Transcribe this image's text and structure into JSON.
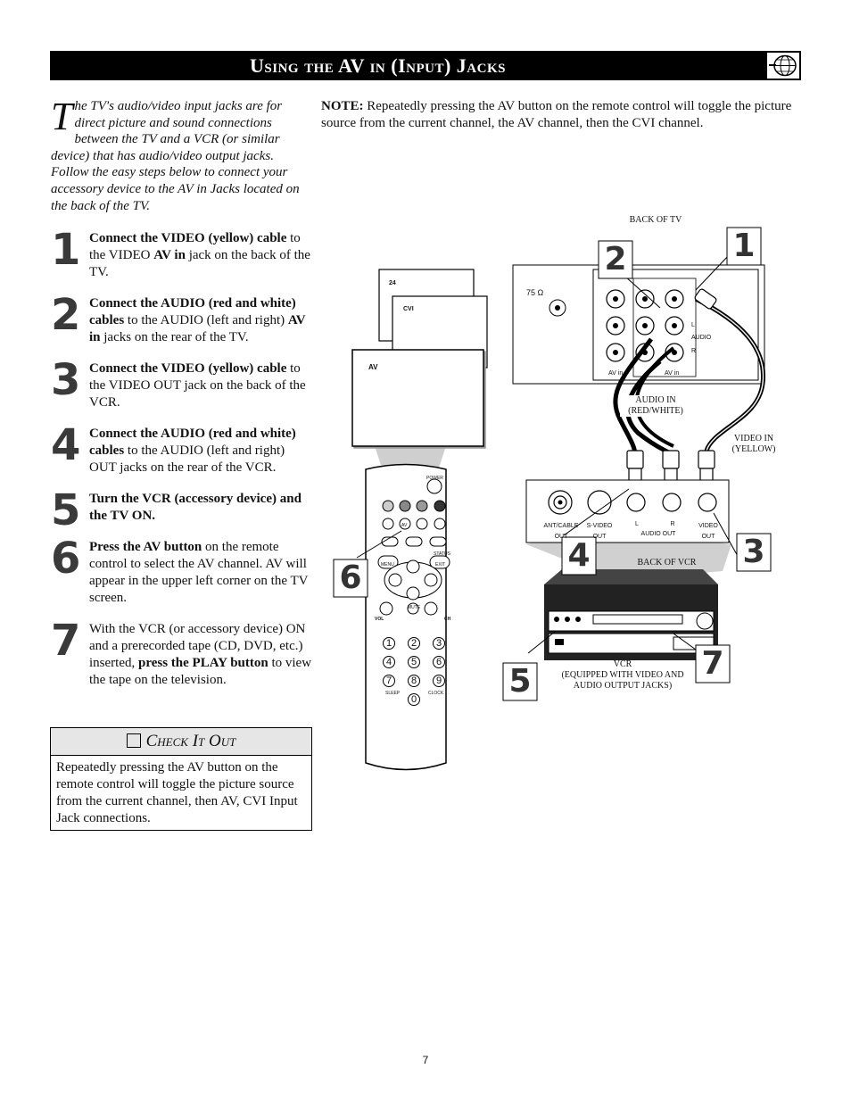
{
  "header": {
    "title": "Using the AV in (Input) Jacks",
    "icon": "globe-icon"
  },
  "intro": {
    "dropcap": "T",
    "text": "he TV's audio/video input jacks are for direct picture and sound connections between the TV and a VCR (or similar device) that has audio/video output jacks. Follow the easy steps below to connect your accessory device to the AV in Jacks located on the back of the TV."
  },
  "note": {
    "label": "NOTE:",
    "text": " Repeatedly pressing the AV button on the remote control will toggle the picture source from the current channel, the AV channel, then the CVI channel."
  },
  "steps": [
    {
      "num": "1",
      "b1": "Connect the VIDEO (yellow) cable",
      "t1": " to the VIDEO ",
      "b2": "AV in",
      "t2": " jack on the back of the TV."
    },
    {
      "num": "2",
      "b1": "Connect the AUDIO (red and white) cables",
      "t1": " to the AUDIO (left and right) ",
      "b2": "AV in",
      "t2": " jacks on the rear of the TV."
    },
    {
      "num": "3",
      "b1": "Connect the VIDEO (yellow) cable",
      "t1": " to the VIDEO OUT jack on the back of the VCR.",
      "b2": "",
      "t2": ""
    },
    {
      "num": "4",
      "b1": "Connect the AUDIO (red and white) cables",
      "t1": " to the AUDIO (left and right) OUT jacks on the rear of the VCR.",
      "b2": "",
      "t2": ""
    },
    {
      "num": "5",
      "b1": "Turn the VCR (accessory device) and the TV ON.",
      "t1": "",
      "b2": "",
      "t2": ""
    },
    {
      "num": "6",
      "b1": "Press the AV button",
      "t1": " on the remote control to select the AV channel. AV will appear in the upper left corner on the TV screen.",
      "b2": "",
      "t2": ""
    },
    {
      "num": "7",
      "b1": "",
      "t1": "With the VCR (or accessory device) ON and a prerecorded tape (CD, DVD, etc.) inserted, ",
      "b2": "press the PLAY button",
      "t2": " to view the tape on the television."
    }
  ],
  "check": {
    "title": "Check It Out",
    "text": "Repeatedly pressing the AV button on the remote control will toggle the picture source from the current channel, then AV, CVI Input Jack connections."
  },
  "diagram": {
    "back_of_tv": "BACK OF TV",
    "screens": [
      "24",
      "CVI",
      "AV"
    ],
    "ohm": "75 Ω",
    "tv_jack_l": "L",
    "tv_jack_audio": "AUDIO",
    "tv_jack_r": "R",
    "tv_av_in_left": "AV in",
    "tv_av_in_right": "AV in",
    "audio_in": "AUDIO IN\n(RED/WHITE)",
    "video_in": "VIDEO IN\n(YELLOW)",
    "vcr_ant": "ANT/CABLE\nOUT",
    "vcr_svideo": "S-VIDEO\nOUT",
    "vcr_l": "L",
    "vcr_r": "R",
    "vcr_audio_out": "AUDIO OUT",
    "vcr_video_out": "VIDEO\nOUT",
    "back_of_vcr": "BACK OF VCR",
    "vcr_caption": "VCR\n(EQUIPPED WITH VIDEO AND\nAUDIO OUTPUT JACKS)",
    "callouts": [
      "1",
      "2",
      "3",
      "4",
      "5",
      "6",
      "7"
    ],
    "remote_labels": {
      "power": "POWER",
      "av": "AV",
      "menu": "MENU",
      "exit": "EXIT",
      "mute": "MUTE",
      "vol": "VOL",
      "ch": "CH",
      "sleep": "SLEEP",
      "clock": "CLOCK",
      "status": "STATUS"
    },
    "remote_digits": [
      "1",
      "2",
      "3",
      "4",
      "5",
      "6",
      "7",
      "8",
      "9",
      "0"
    ]
  },
  "page_number": "7"
}
